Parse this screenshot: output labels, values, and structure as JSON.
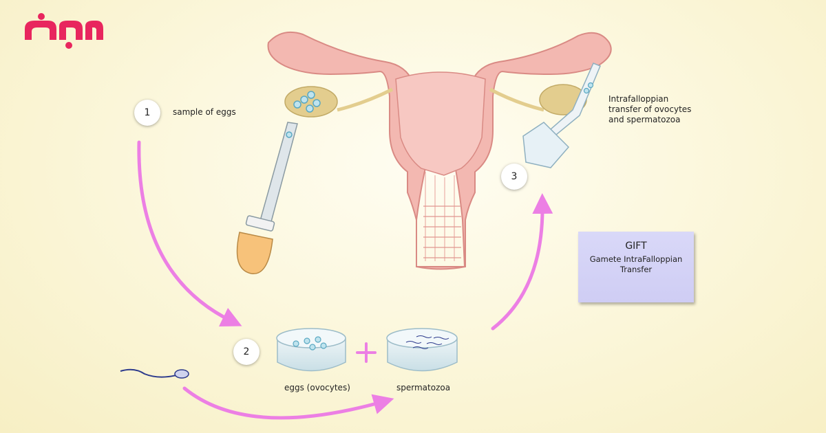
{
  "brand": {
    "logo_text": "รักลูก",
    "color": "#e8265e"
  },
  "steps": [
    {
      "number": "1",
      "label": "sample of eggs"
    },
    {
      "number": "2",
      "label": ""
    },
    {
      "number": "3",
      "label": "Intrafalloppian\ntransfer of ovocytes\nand spermatozoa"
    }
  ],
  "dishes": {
    "eggs_label": "eggs (ovocytes)",
    "sperm_label": "spermatozoa",
    "plus": "+"
  },
  "gift": {
    "title": "GIFT",
    "subtitle": "Gamete IntraFalloppian\nTransfer"
  },
  "colors": {
    "arrow": "#ec7fe4",
    "uterus": "#f0b0aa",
    "ovary": "#e3cd8e",
    "gift_box": "#d6d4f7"
  }
}
